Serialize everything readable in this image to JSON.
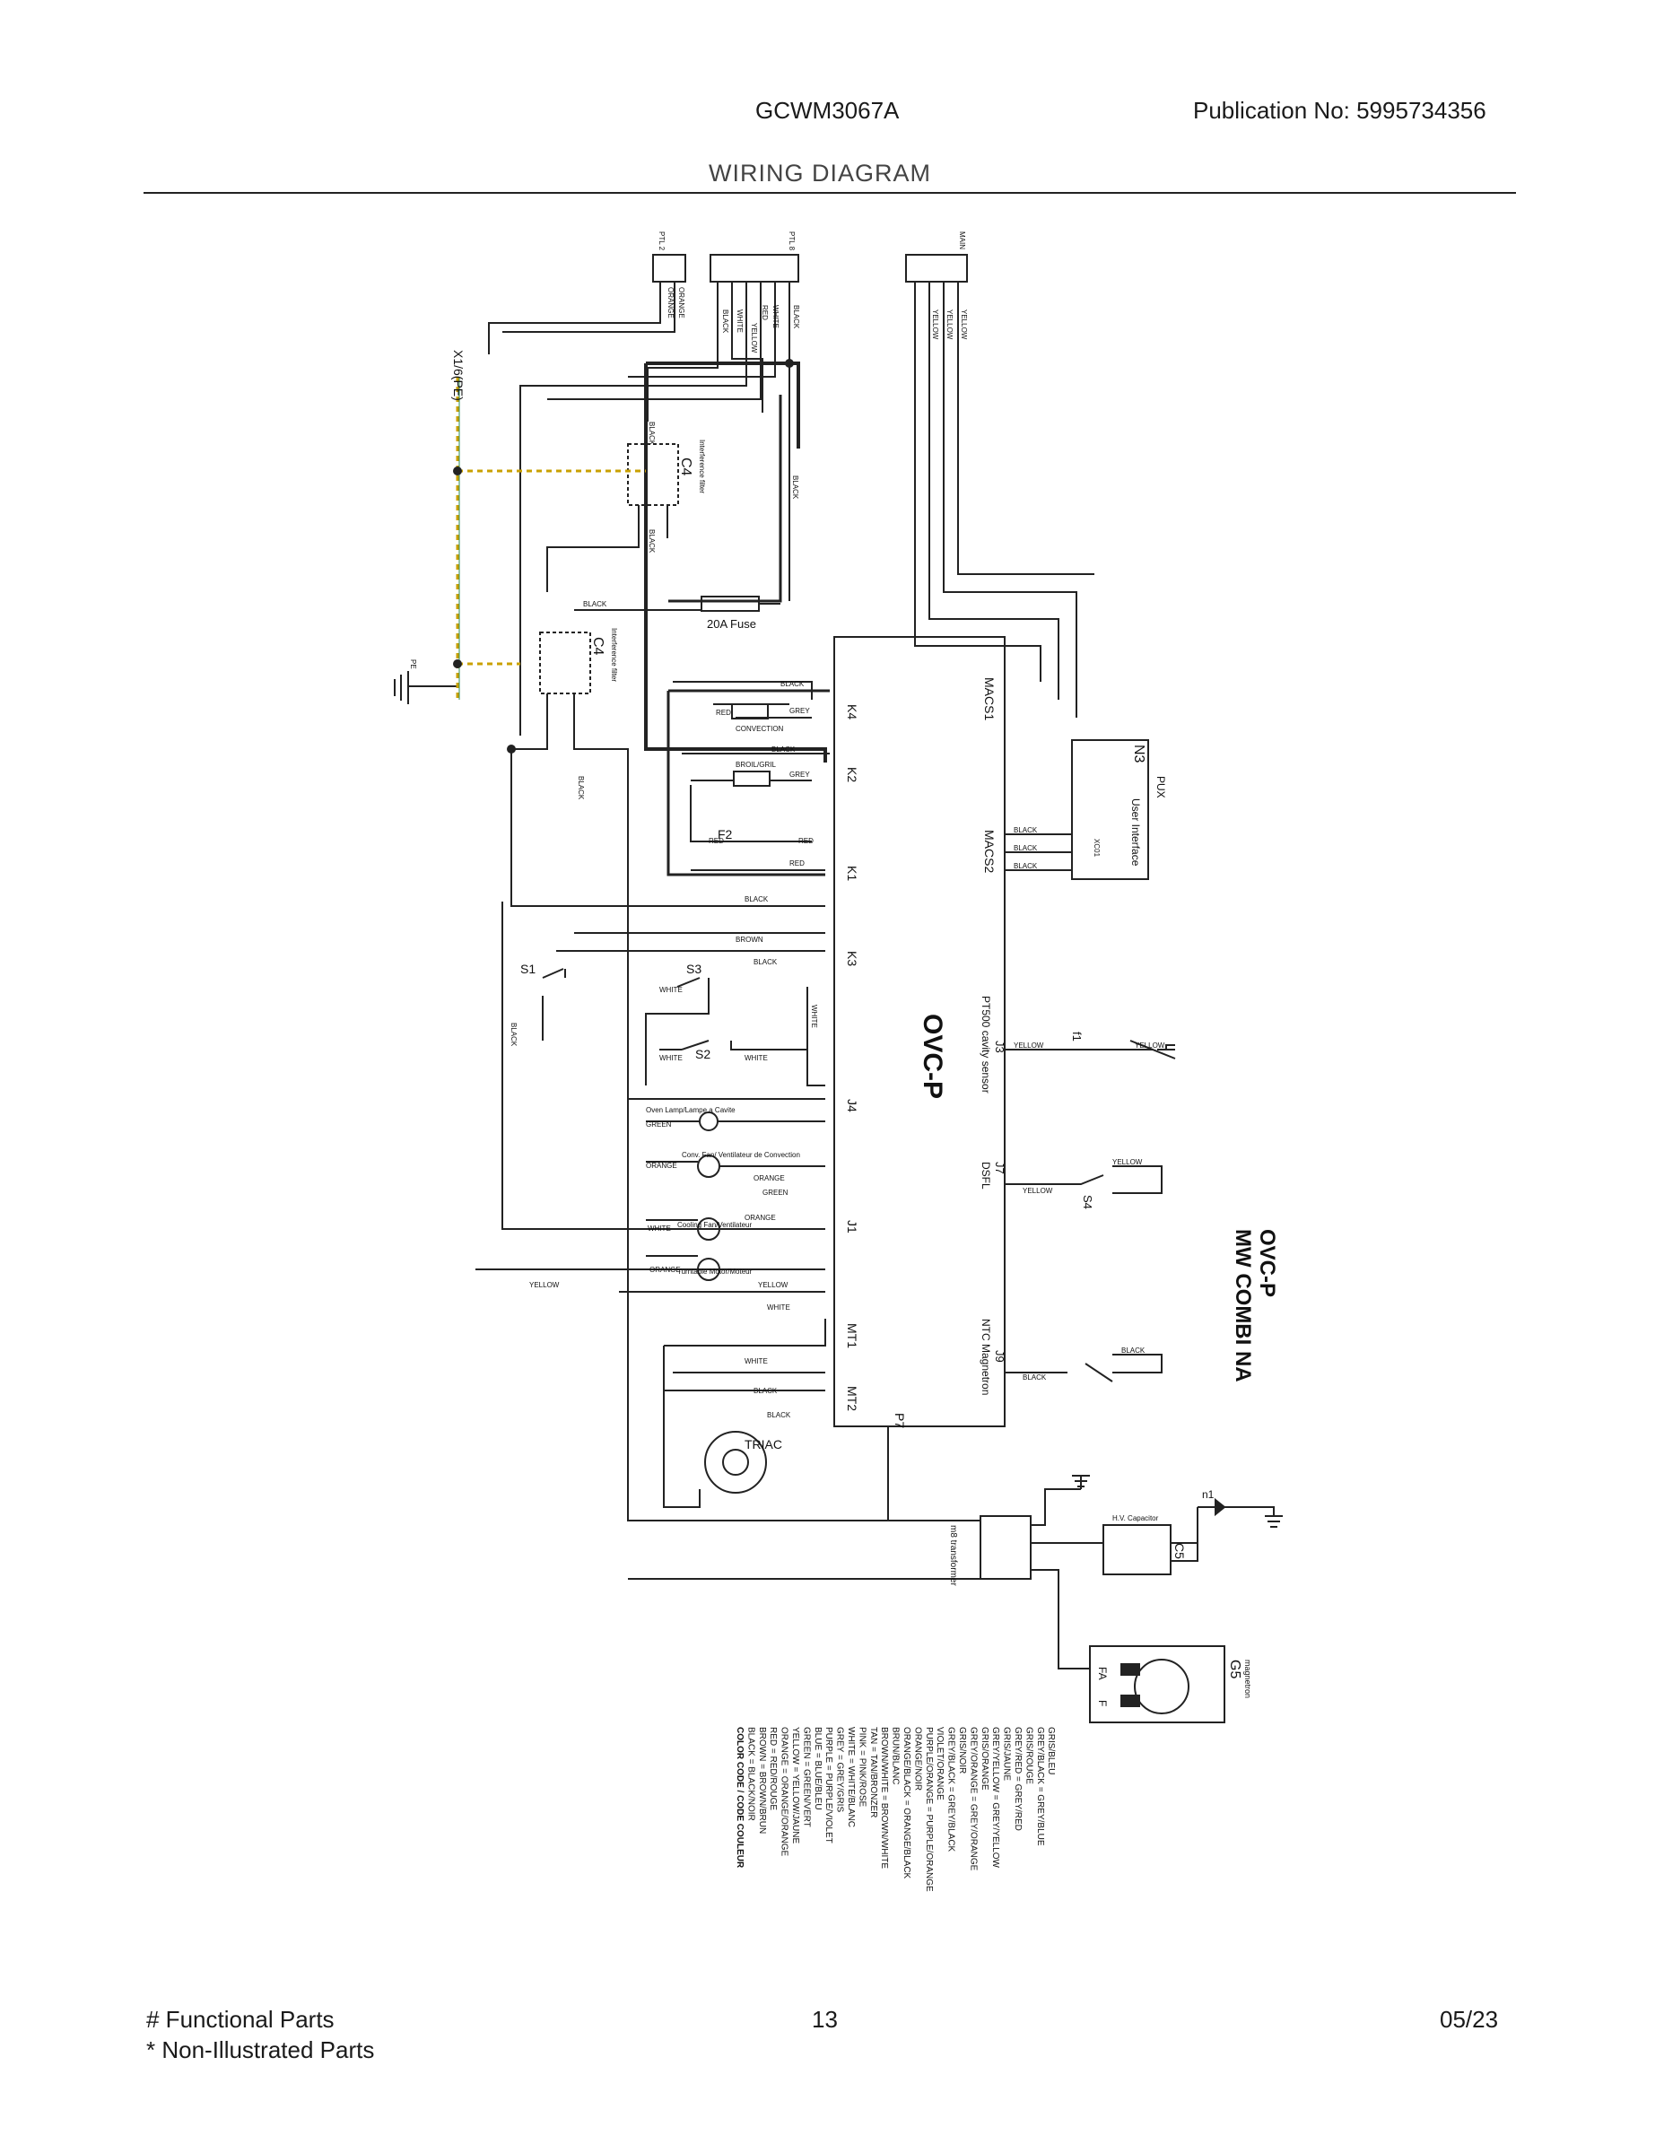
{
  "header": {
    "model": "GCWM3067A",
    "publication": "Publication No:  5995734356",
    "title": "WIRING DIAGRAM"
  },
  "diagram": {
    "board_name": "OVC-P",
    "board_title_line1": "OVC-P",
    "board_title_line2": "MW COMBI NA",
    "connectors": {
      "ptl2": "PTL 2",
      "ptl8": "PTL 8",
      "mains": "MAIN",
      "x1": "X1/6(PE)"
    },
    "components": {
      "c4_top": "C4",
      "c4_top_desc": "Interference filter",
      "c4_mid": "C4",
      "c4_mid_desc": "Interference filter",
      "fuse": "20A Fuse",
      "pe": "PE",
      "convection": "CONVECTION",
      "broil": "BROIL/GRIL",
      "f2": "F2",
      "s1": "S1",
      "s2": "S2",
      "s3": "S3",
      "oven_lamp": "Oven Lamp/Lampe a Cavite",
      "conv_fan": "Conv. Fan/ Ventilateur de Convection",
      "cooling_fan": "Cooling Fan/Ventilateur",
      "turntable": "Turntable Motor/Moteur",
      "triac": "TRIAC",
      "n3": "N3",
      "pux": "PUX",
      "ui": "User Interface",
      "xc01": "XC01",
      "f1": "f1",
      "s4": "S4",
      "hv_cap": "H.V. Capacitor",
      "c5": "C5",
      "n1": "n1",
      "m8": "m8 transformer",
      "g5": "G5",
      "magnetron": "magnetron",
      "fa": "FA",
      "f": "F"
    },
    "board_pins": {
      "K4": "K4",
      "K2": "K2",
      "K1": "K1",
      "K3": "K3",
      "J4": "J4",
      "J1": "J1",
      "MT1": "MT1",
      "MT2": "MT2",
      "P7": "P7",
      "MACS1": "MACS1",
      "MACS2": "MACS2",
      "J3": "J3",
      "J3_desc": "PT500 cavity sensor",
      "J7": "J7",
      "J7_desc": "DSFL",
      "J9": "J9",
      "J9_desc": "NTC Magnetron"
    },
    "wires": {
      "black": "BLACK",
      "white": "WHITE",
      "red": "RED",
      "yellow": "YELLOW",
      "orange": "ORANGE",
      "grey": "GREY",
      "brown": "BROWN",
      "green": "GREEN"
    },
    "color_code": {
      "title": "COLOR CODE / CODE COULEUR",
      "entries": [
        "BLACK = BLACK/NOIR",
        "BROWN = BROWN/BRUN",
        "RED = RED/ROUGE",
        "ORANGE = ORANGE/ORANGE",
        "YELLOW = YELLOW/JAUNE",
        "GREEN = GREEN/VERT",
        "BLUE = BLUE/BLEU",
        "PURPLE = PURPLE/VIOLET",
        "GREY = GREY/GRIS",
        "WHITE = WHITE/BLANC",
        "PINK = PINK/ROSE",
        "TAN = TAN/BRONZER",
        "BROWN/WHITE = BROWN/WHITE",
        "BRUN/BLANC",
        "ORANGE/BLACK = ORANGE/BLACK",
        "ORANGE/NOIR",
        "PURPLE/ORANGE = PURPLE/ORANGE",
        "VIOLET/ORANGE",
        "GREY/BLACK = GREY/BLACK",
        "GRIS/NOIR",
        "GREY/ORANGE = GREY/ORANGE",
        "GRIS/ORANGE",
        "GREY/YELLOW = GREY/YELLOW",
        "GRIS/JAUNE",
        "GREY/RED = GREY/RED",
        "GRIS/ROUGE",
        "GREY/BLACK = GREY/BLUE",
        "GRIS/BLEU"
      ]
    }
  },
  "footer": {
    "functional": "# Functional Parts",
    "non_illustrated": "* Non-Illustrated Parts",
    "page": "13",
    "date": "05/23"
  }
}
